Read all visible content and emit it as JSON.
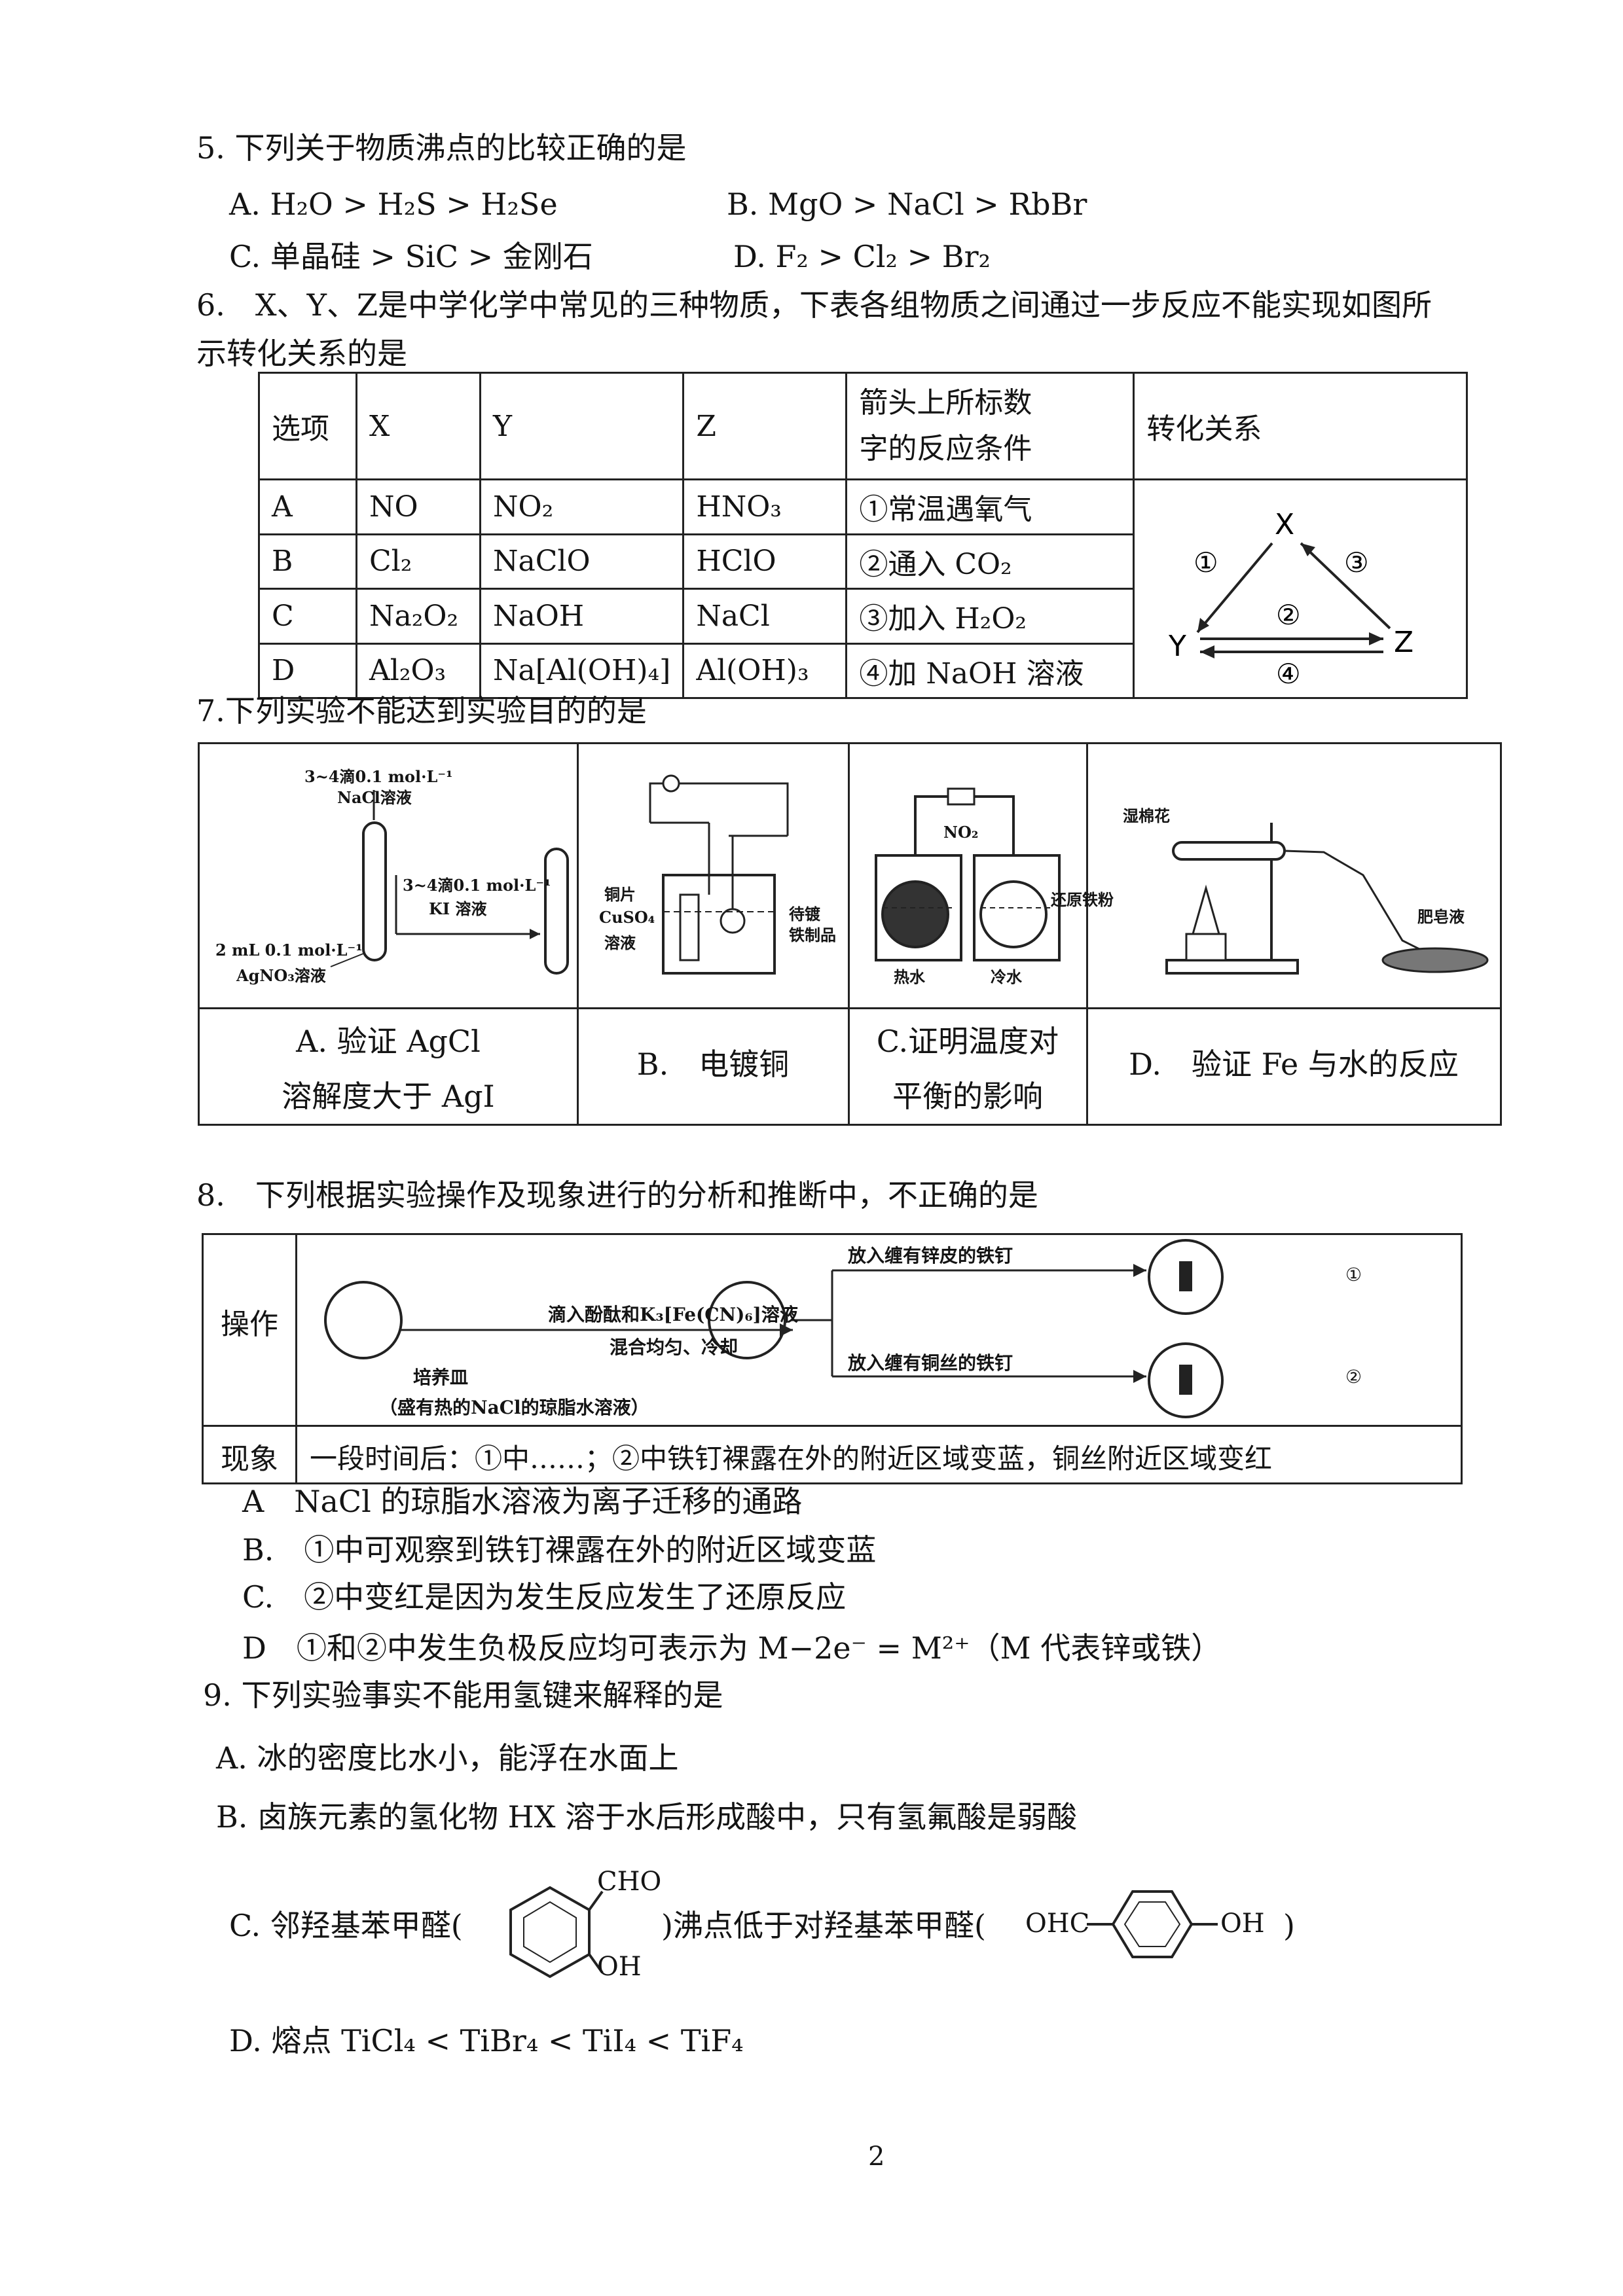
{
  "q5": {
    "stem": "5. 下列关于物质沸点的比较正确的是",
    "A": "A. H₂O > H₂S > H₂Se",
    "B": "B. MgO > NaCl > RbBr",
    "C": "C. 单晶硅 > SiC > 金刚石",
    "D": "D. F₂ > Cl₂ > Br₂"
  },
  "q6": {
    "stem_line1": "6.　X、Y、Z是中学化学中常见的三种物质，下表各组物质之间通过一步反应不能实现如图所",
    "stem_line2": "示转化关系的是",
    "headers": [
      "选项",
      "X",
      "Y",
      "Z",
      "箭头上所标数字的反应条件",
      "转化关系"
    ],
    "header_cond_line1": "箭头上所标数",
    "header_cond_line2": "字的反应条件",
    "rows": [
      {
        "opt": "A",
        "x": "NO",
        "y": "NO₂",
        "z": "HNO₃",
        "cond": "①常温遇氧气"
      },
      {
        "opt": "B",
        "x": "Cl₂",
        "y": "NaClO",
        "z": "HClO",
        "cond": "②通入 CO₂"
      },
      {
        "opt": "C",
        "x": "Na₂O₂",
        "y": "NaOH",
        "z": "NaCl",
        "cond": "③加入 H₂O₂"
      },
      {
        "opt": "D",
        "x": "Al₂O₃",
        "y": "Na[Al(OH)₄]",
        "z": "Al(OH)₃",
        "cond": "④加 NaOH 溶液"
      }
    ],
    "diagram": {
      "x": "X",
      "y": "Y",
      "z": "Z",
      "n1": "①",
      "n2": "②",
      "n3": "③",
      "n4": "④"
    }
  },
  "q7": {
    "stem": "7.下列实验不能达到实验目的的是",
    "a_text1": "3~4滴0.1 mol·L⁻¹",
    "a_text2": "NaCl溶液",
    "a_text3": "3~4滴0.1 mol·L⁻¹",
    "a_text4": "KI 溶液",
    "a_text5": "2 mL 0.1 mol·L⁻¹",
    "a_text6": "AgNO₃溶液",
    "b_text1": "铜片",
    "b_text2": "CuSO₄",
    "b_text3": "溶液",
    "b_text4": "待镀",
    "b_text5": "铁制品",
    "c_text1": "NO₂",
    "c_text2": "热水",
    "c_text3": "冷水",
    "d_text1": "湿棉花",
    "d_text2": "还原铁粉",
    "d_text3": "肥皂液",
    "labels": {
      "A_line1": "A. 验证 AgCl",
      "A_line2": "溶解度大于 AgI",
      "B": "B.　电镀铜",
      "C_line1": "C.证明温度对",
      "C_line2": "平衡的影响",
      "D": "D.　验证 Fe 与水的反应"
    }
  },
  "q8": {
    "stem": "8.　下列根据实验操作及现象进行的分析和推断中，不正确的是",
    "op_label": "操作",
    "phen_label": "现象",
    "dish_label": "培养皿",
    "dish_note": "（盛有热的NaCl的琼脂水溶液）",
    "arrow_top": "滴入酚酞和K₃[Fe(CN)₆]溶液",
    "arrow_bottom": "混合均匀、冷却",
    "branch1": "放入缠有锌皮的铁钉",
    "branch2": "放入缠有铜丝的铁钉",
    "mark1": "①",
    "mark2": "②",
    "phenomenon": "一段时间后：①中……；②中铁钉裸露在外的附近区域变蓝，铜丝附近区域变红",
    "A": "A　NaCl 的琼脂水溶液为离子迁移的通路",
    "B": "B.　①中可观察到铁钉裸露在外的附近区域变蓝",
    "C": "C.　②中变红是因为发生反应发生了还原反应",
    "D": "D　①和②中发生负极反应均可表示为 M−2e⁻ = M²⁺（M 代表锌或铁）"
  },
  "q9": {
    "stem": "9. 下列实验事实不能用氢键来解释的是",
    "A": "A. 冰的密度比水小，能浮在水面上",
    "B": "B. 卤族元素的氢化物 HX 溶于水后形成酸中，只有氢氟酸是弱酸",
    "C_pre": "C. 邻羟基苯甲醛(",
    "C_mid": ")沸点低于对羟基苯甲醛(",
    "C_post": ")",
    "ortho_cho": "CHO",
    "ortho_oh": "OH",
    "para_left": "OHC",
    "para_right": "OH",
    "D": "D. 熔点 TiCl₄ < TiBr₄ < TiI₄ < TiF₄"
  },
  "page_number": "2"
}
